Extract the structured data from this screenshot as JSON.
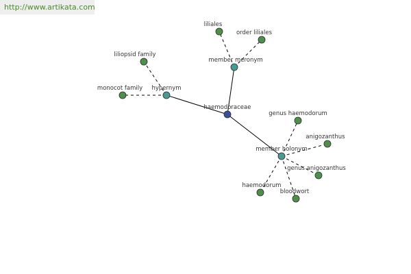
{
  "site_link": "http://www.artikata.com",
  "colors": {
    "center": "#3a4f9a",
    "relation": "#4a9a94",
    "leaf": "#4f8f4c",
    "edge": "#000000"
  },
  "graph": {
    "nodes": [
      {
        "id": "haemodoraceae",
        "label": "haemodoraceae",
        "kind": "center"
      },
      {
        "id": "hypernym",
        "label": "hypernym",
        "kind": "relation"
      },
      {
        "id": "member-meronym",
        "label": "member meronym",
        "kind": "relation"
      },
      {
        "id": "member-holonym",
        "label": "member holonym",
        "kind": "relation"
      },
      {
        "id": "liliopsid-family",
        "label": "liliopsid family",
        "kind": "leaf"
      },
      {
        "id": "monocot-family",
        "label": "monocot family",
        "kind": "leaf"
      },
      {
        "id": "liliales",
        "label": "liliales",
        "kind": "leaf"
      },
      {
        "id": "order-liliales",
        "label": "order liliales",
        "kind": "leaf"
      },
      {
        "id": "genus-haemodorum",
        "label": "genus haemodorum",
        "kind": "leaf"
      },
      {
        "id": "anigozanthus",
        "label": "anigozanthus",
        "kind": "leaf"
      },
      {
        "id": "genus-anigozanthus",
        "label": "genus anigozanthus",
        "kind": "leaf"
      },
      {
        "id": "bloodwort",
        "label": "bloodwort",
        "kind": "leaf"
      },
      {
        "id": "haemodorum",
        "label": "haemodorum",
        "kind": "leaf"
      }
    ],
    "edges": [
      {
        "from": "haemodoraceae",
        "to": "hypernym",
        "style": "solid"
      },
      {
        "from": "haemodoraceae",
        "to": "member-meronym",
        "style": "solid"
      },
      {
        "from": "haemodoraceae",
        "to": "member-holonym",
        "style": "solid"
      },
      {
        "from": "hypernym",
        "to": "liliopsid-family",
        "style": "dashed"
      },
      {
        "from": "hypernym",
        "to": "monocot-family",
        "style": "dashed"
      },
      {
        "from": "member-meronym",
        "to": "liliales",
        "style": "dashed"
      },
      {
        "from": "member-meronym",
        "to": "order-liliales",
        "style": "dashed"
      },
      {
        "from": "member-holonym",
        "to": "genus-haemodorum",
        "style": "dashed"
      },
      {
        "from": "member-holonym",
        "to": "anigozanthus",
        "style": "dashed"
      },
      {
        "from": "member-holonym",
        "to": "genus-anigozanthus",
        "style": "dashed"
      },
      {
        "from": "member-holonym",
        "to": "bloodwort",
        "style": "dashed"
      },
      {
        "from": "member-holonym",
        "to": "haemodorum",
        "style": "dashed"
      }
    ]
  }
}
